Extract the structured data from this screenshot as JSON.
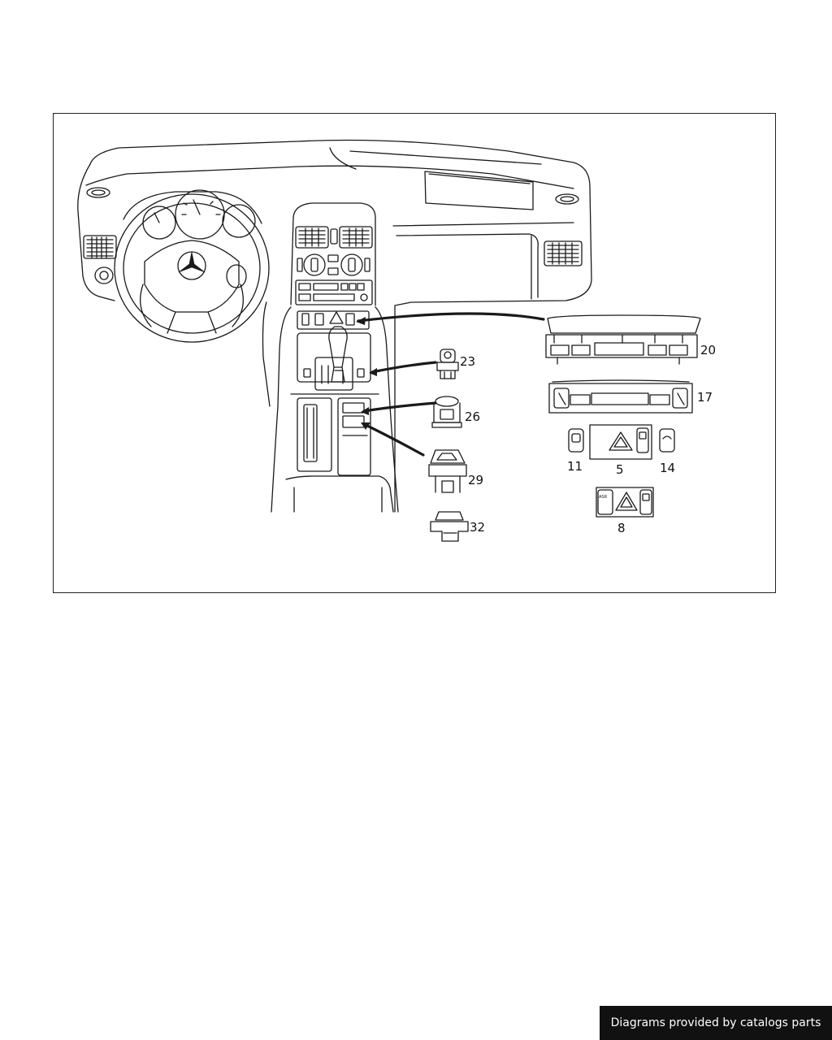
{
  "diagram": {
    "callouts": {
      "c20": "20",
      "c17": "17",
      "c23": "23",
      "c26": "26",
      "c29": "29",
      "c32": "32",
      "c11": "11",
      "c5": "5",
      "c14": "14",
      "c8": "8"
    },
    "button_labels": {
      "asr": "ASR"
    }
  },
  "footer": {
    "credit": "Diagrams provided by catalogs parts"
  }
}
